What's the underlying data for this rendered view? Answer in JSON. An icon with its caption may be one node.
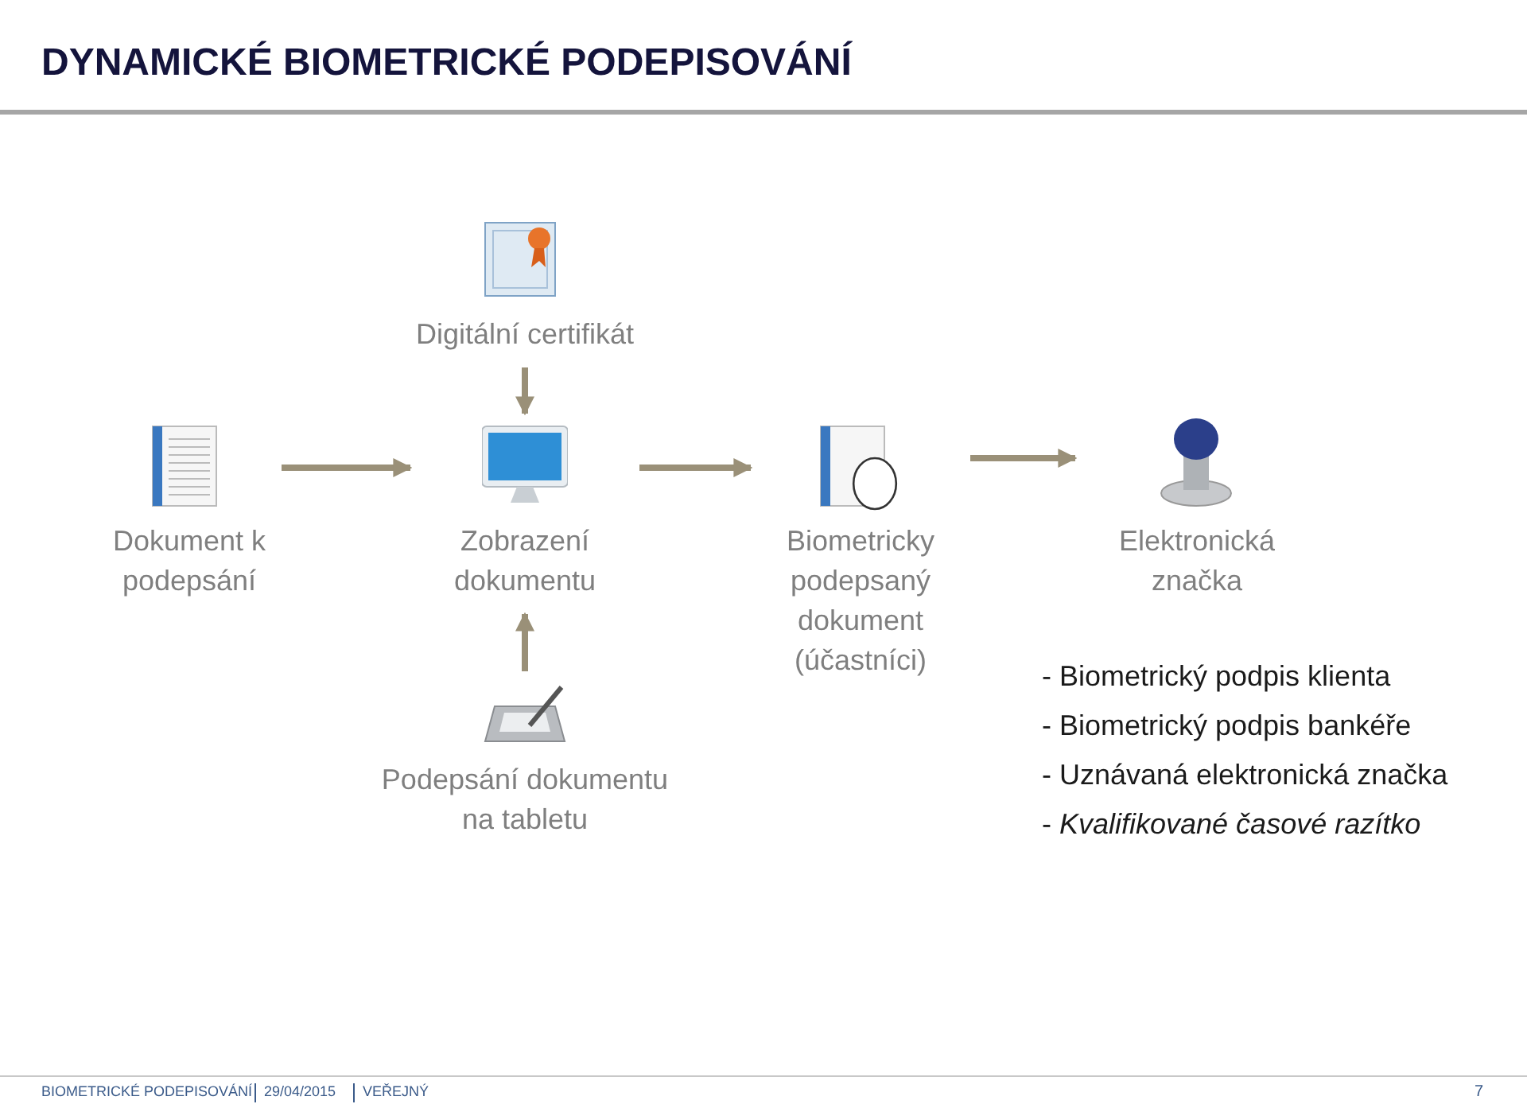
{
  "diagram": {
    "title": "DYNAMICKÉ BIOMETRICKÉ PODEPISOVÁNÍ",
    "nodes": [
      {
        "text": [
          "Digitální certifikát"
        ]
      },
      {
        "text": [
          "Dokument k podepsání"
        ]
      },
      {
        "text": [
          "Zobrazení dokumentu"
        ]
      },
      {
        "text": [
          "Biometricky podepsaný dokument (účastníci)"
        ]
      },
      {
        "text": [
          "Elektronická značka"
        ]
      },
      {
        "text": [
          "Podepsání dokumentu na tabletu"
        ]
      }
    ],
    "edges": [
      {
        "from": 0,
        "to": 2,
        "arrow": "to"
      },
      {
        "from": 1,
        "to": 2,
        "arrow": "to"
      },
      {
        "from": 2,
        "to": 3,
        "arrow": "to"
      },
      {
        "from": 3,
        "to": 4,
        "arrow": "to"
      },
      {
        "from": 5,
        "to": 2,
        "arrow": "to"
      }
    ],
    "labels": [
      "- Biometrický podpis klienta",
      "- Biometrický podpis bankéře",
      "- Uznávaná elektronická značka",
      "- *Kvalifikované časové razítko*",
      "BIOMETRICKÉ PODEPISOVÁNÍ",
      "29/04/2015",
      "VEŘEJNÝ",
      "7"
    ]
  }
}
